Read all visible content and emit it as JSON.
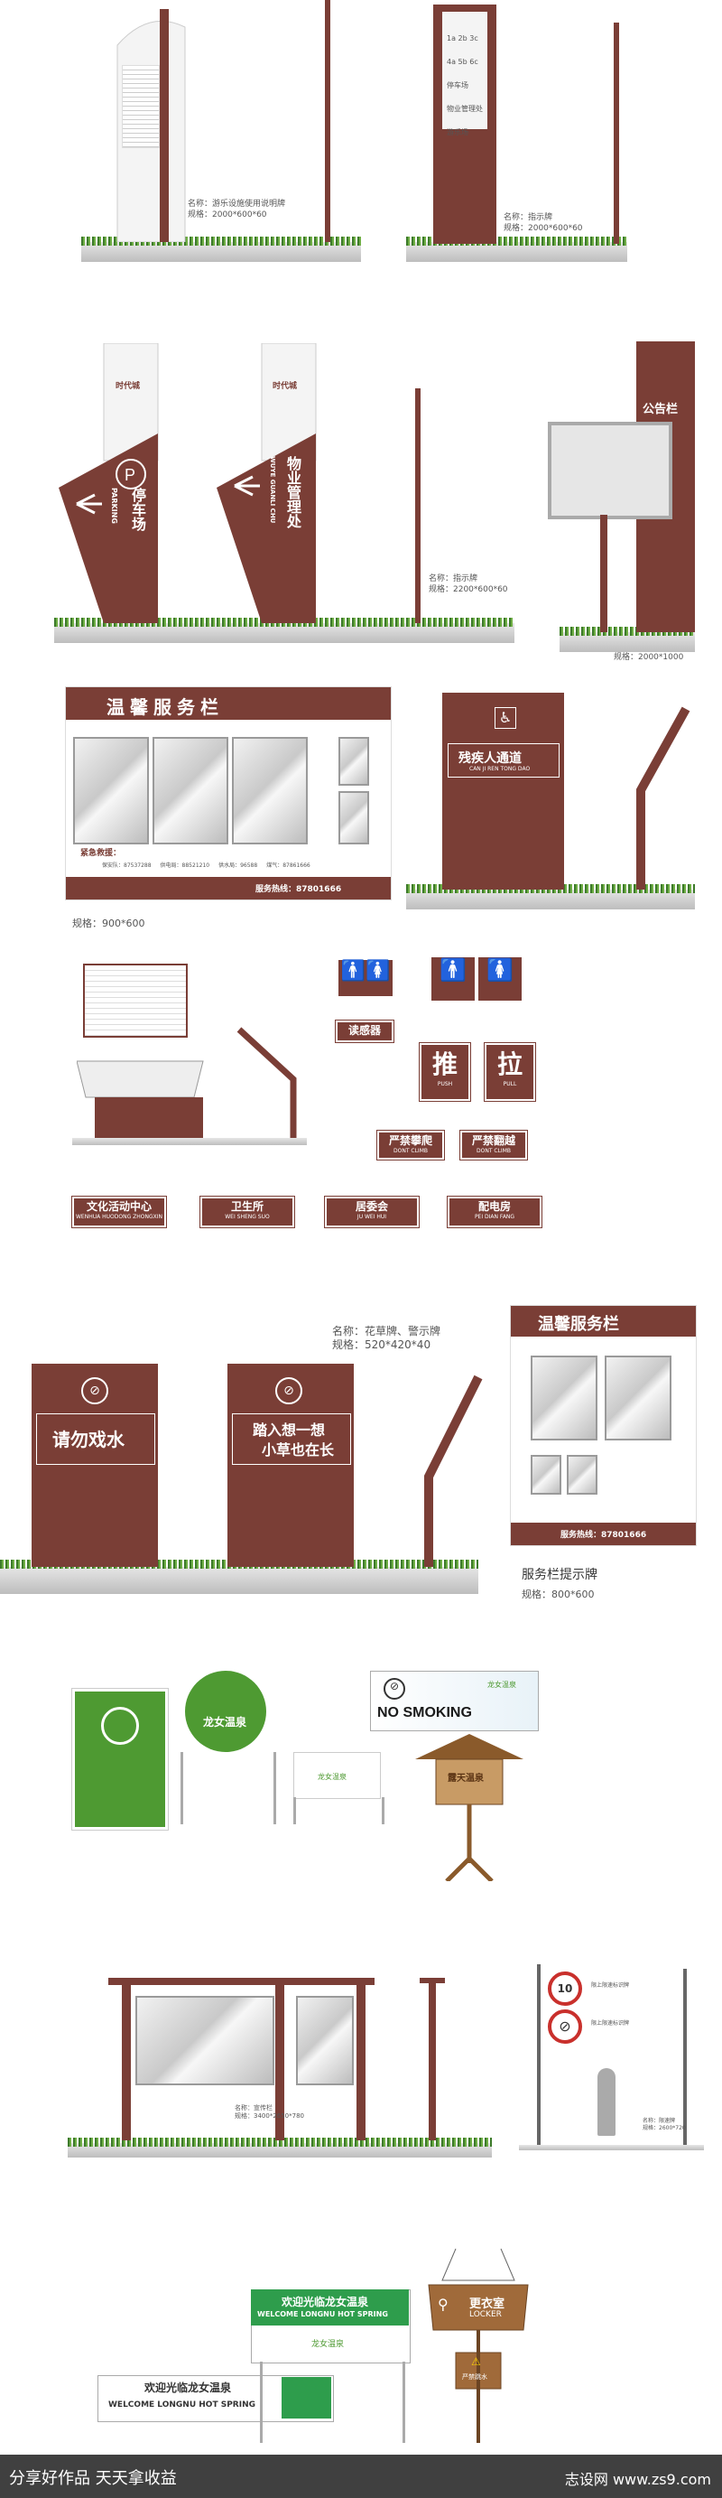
{
  "sec1": {
    "left_caption": "名称：游乐设施使用说明牌\n规格：2000*600*60",
    "right_caption": "名称：指示牌\n规格：2000*600*60",
    "dir_items": [
      "1a 2b 3c",
      "4a 5b 6c",
      "停车场",
      "物业管理处",
      "游乐场"
    ]
  },
  "sec2": {
    "parking_cn": "停车场",
    "parking_en": "PARKING",
    "wuye_cn": "物业管理处",
    "wuye_en": "WUYE GUANLI CHU",
    "caption": "名称：指示牌\n规格：2200*600*60",
    "notice_title": "公告栏",
    "notice_spec": "规格：2000*1000",
    "brand": "时代城"
  },
  "sec3": {
    "service_title": "温馨服务栏",
    "contact_label": "紧急救援：",
    "contacts": [
      "保安队：87537288",
      "供电局：88521210",
      "供水局：96588",
      "煤气：87861666"
    ],
    "hotline": "服务热线：87801666",
    "spec": "规格：900*600",
    "disabled_cn": "残疾人通道",
    "disabled_en": "CAN JI REN TONG DAO"
  },
  "sec4": {
    "push_cn": "推",
    "push_en": "PUSH",
    "pull_cn": "拉",
    "pull_en": "PULL",
    "reading_room": "读感器",
    "no_climb": "严禁攀爬",
    "no_climb_en": "DONT CLIMB",
    "no_cross": "严禁翻越",
    "no_cross_en": "DONT CLIMB",
    "rooms": [
      {
        "cn": "文化活动中心",
        "en": "WENHUA HUODONG ZHONGXIN"
      },
      {
        "cn": "卫生所",
        "en": "WEI SHENG SUO"
      },
      {
        "cn": "居委会",
        "en": "JU WEI HUI"
      },
      {
        "cn": "配电房",
        "en": "PEI DIAN FANG"
      }
    ]
  },
  "sec5": {
    "caption": "名称：花草牌、警示牌\n规格：520*420*40",
    "sign1": "请勿戏水",
    "sign2a": "踏入想一想",
    "sign2b": "小草也在长",
    "service_title": "温馨服务栏",
    "service_label": "服务栏提示牌",
    "service_spec": "规格：800*600",
    "hotline": "服务热线：87801666"
  },
  "sec6": {
    "brand": "龙女温泉",
    "no_smoking": "NO SMOKING",
    "hut": "露天温泉"
  },
  "sec7": {
    "caption1": "名称：宣传栏\n规格：3400*2650*780",
    "caption2": "名称：限速牌\n规格：2600*720",
    "speed": "10",
    "notes": [
      "限上限速标识牌",
      "限上限速标识牌"
    ]
  },
  "sec8": {
    "welcome_cn": "欢迎光临龙女温泉",
    "welcome_en": "WELCOME LONGNU HOT SPRING",
    "brand": "龙女温泉",
    "locker_cn": "更衣室",
    "locker_en": "LOCKER",
    "warn": "严禁跳水"
  },
  "footer": {
    "left": "分享好作品 天天拿收益",
    "right": "志设网 www.zs9.com"
  }
}
